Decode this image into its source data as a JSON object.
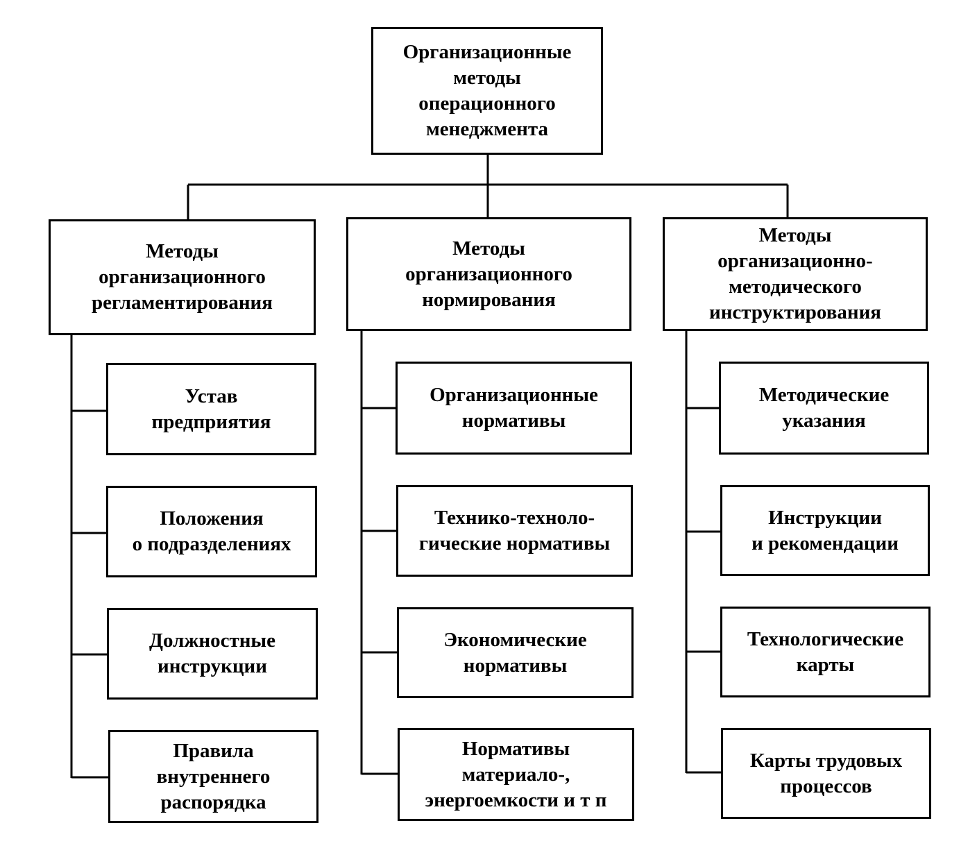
{
  "root": {
    "label": "Организационные\nметоды\nоперационного\nменеджмента"
  },
  "groups": [
    {
      "label": "Методы\nорганизационного\nрегламентирования",
      "items": [
        "Устав\nпредприятия",
        "Положения\nо подразделениях",
        "Должностные\nинструкции",
        "Правила\nвнутреннего\nраспорядка"
      ]
    },
    {
      "label": "Методы\nорганизационного\nнормирования",
      "items": [
        "Организационные\nнормативы",
        "Технико-техноло-\nгические нормативы",
        "Экономические\nнормативы",
        "Нормативы\nматериало-,\nэнергоемкости и т  п"
      ]
    },
    {
      "label": "Методы\nорганизационно-\nметодического\nинструктирования",
      "items": [
        "Методические\nуказания",
        "Инструкции\nи рекомендации",
        "Технологические\nкарты",
        "Карты трудовых\nпроцессов"
      ]
    }
  ]
}
